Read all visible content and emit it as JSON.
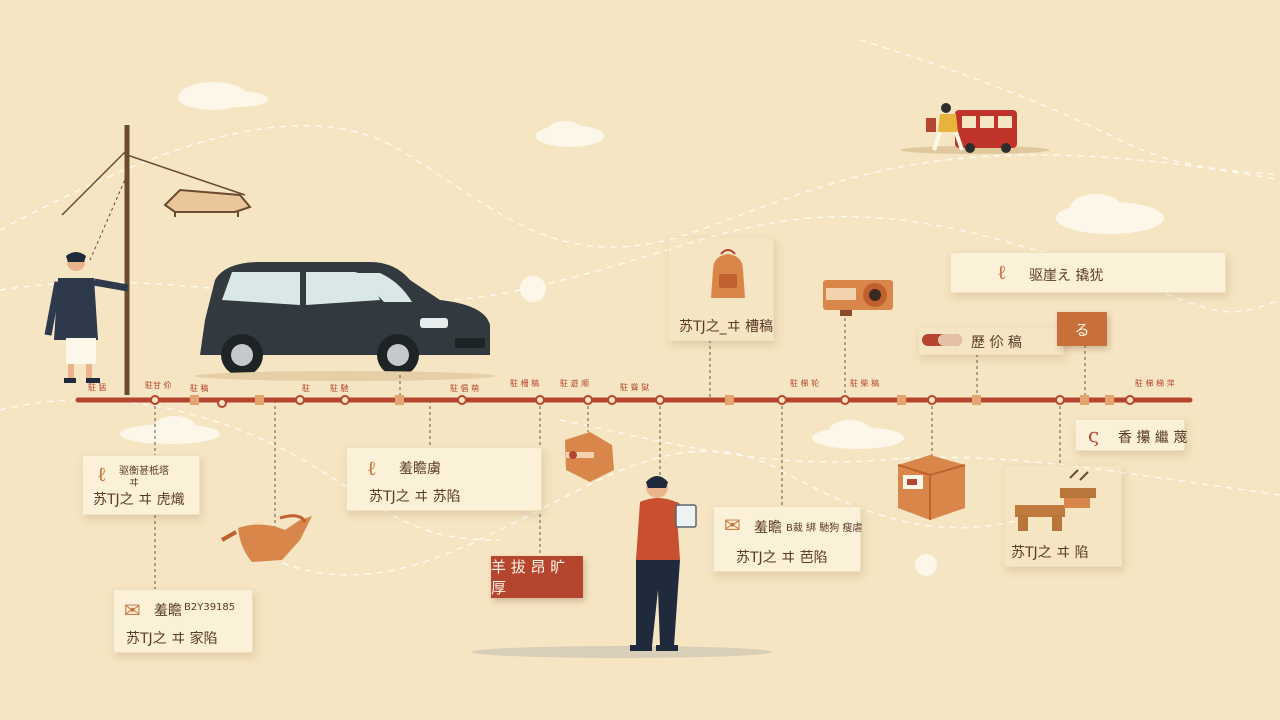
{
  "colors": {
    "background": "#f6e5c2",
    "timeline": "#b5452f",
    "card": "#fbf0d8",
    "card_text": "#5a3a28",
    "accent_orange": "#d9864a",
    "car": "#333a3f",
    "person_shirt": "#c8502e",
    "person_pants": "#1f2a3d",
    "bus": "#c0332b"
  },
  "icons": [
    "car-illustration",
    "person-with-tablet",
    "man-at-pole",
    "backpack-icon",
    "camera-icon",
    "package-box-icon",
    "teapot-icon",
    "tea-tray-icon",
    "bus-illustration",
    "cloud-icon",
    "mail-icon",
    "swirl-icon"
  ],
  "cards": {
    "top_left": {
      "line1": "驱衡甚柢塔",
      "line2": "ヰ",
      "line3": "苏TJ之 ヰ 虎熾"
    },
    "mid_center": {
      "line1": "羞瞻虜",
      "line2": "苏TJ之 ヰ 苏陷"
    },
    "bottom_left": {
      "line1": "羞瞻",
      "line2": "B2Y39185",
      "line3": "苏TJ之 ヰ 家陷"
    },
    "backpack": {
      "line1": "苏TJ之_ヰ 槽稿"
    },
    "top_right_banner": {
      "line1": "驱崖え 撬犹"
    },
    "small_right": {
      "line1": "歷 伱 稿"
    },
    "tablet_card": {
      "line1": "羞瞻",
      "line2": "B裁 綁 馳狗 瘦虐",
      "line3": "苏TJ之 ヰ 芭陷"
    },
    "tray_card": {
      "line1": "苏TJ之 ヰ 陷"
    },
    "far_right": {
      "line1": "香 攥 繼 蔑"
    }
  },
  "tags": {
    "red_tag": "羊 拔 昂 旷 厚",
    "orange_square": "る"
  },
  "timeline_labels": [
    "駐 猛",
    "駐甘 伱",
    "駐 稿",
    "駐",
    "駐 馳",
    "駐 倡 萌",
    "駐 柵 稿",
    "駐 遊 顺",
    "駐 聳 獄",
    "駐 梯 轮",
    "駐 柴 稿",
    "駐 梯 梯 萍"
  ]
}
